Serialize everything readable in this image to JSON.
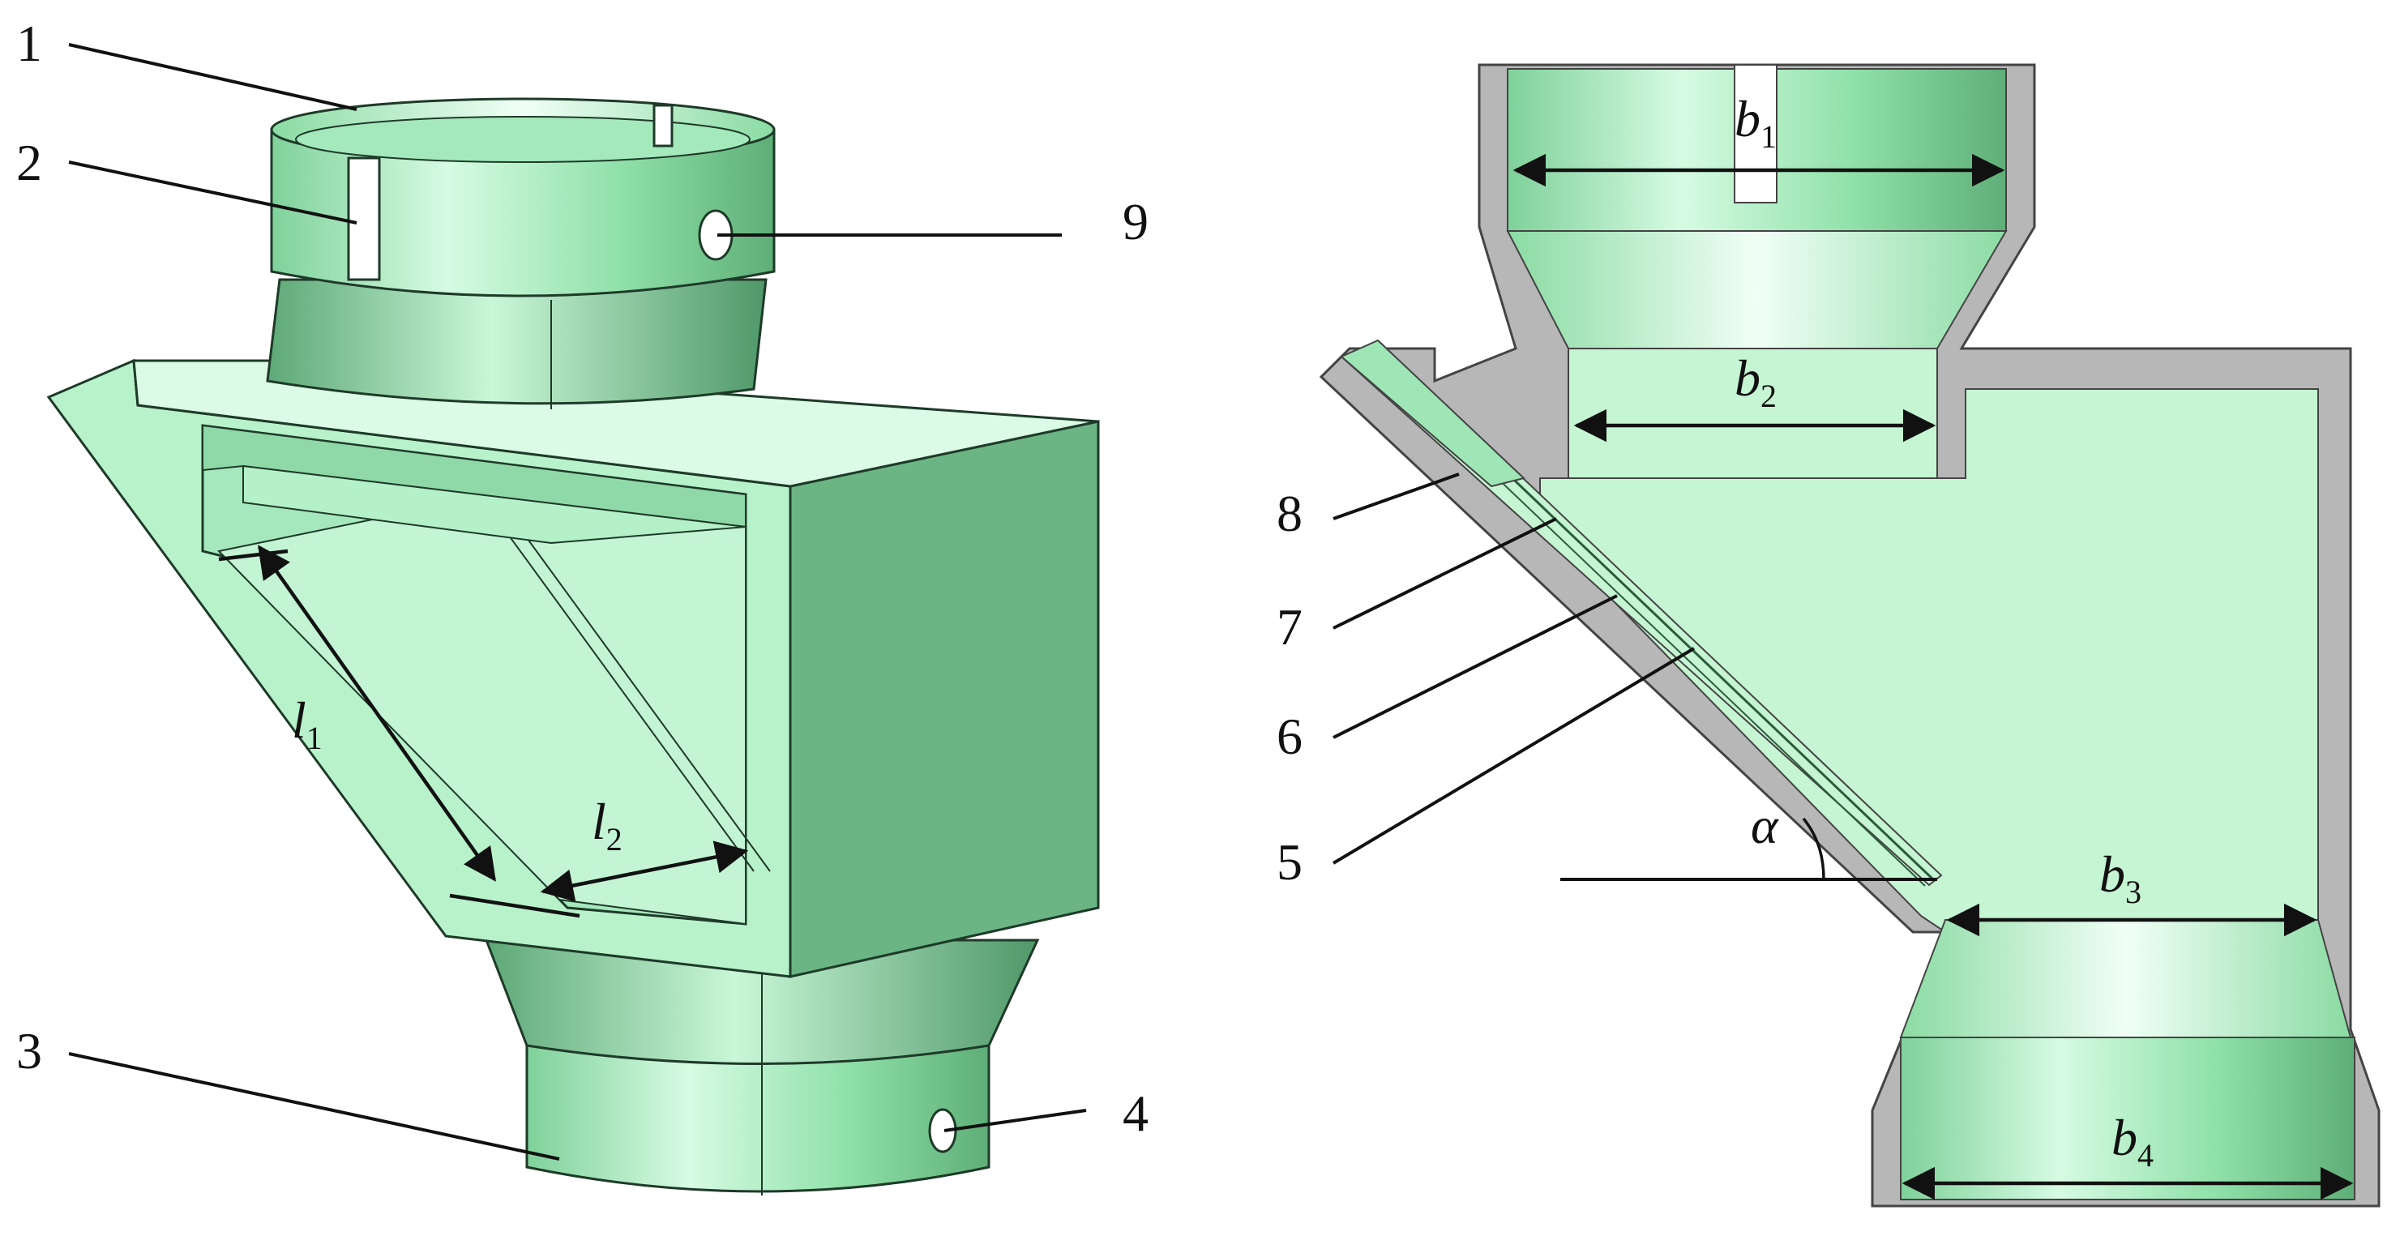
{
  "callouts": {
    "c1": "1",
    "c2": "2",
    "c3": "3",
    "c4": "4",
    "c5": "5",
    "c6": "6",
    "c7": "7",
    "c8": "8",
    "c9": "9"
  },
  "dimensions": {
    "l1": {
      "main": "l",
      "sub": "1"
    },
    "l2": {
      "main": "l",
      "sub": "2"
    },
    "b1": {
      "main": "b",
      "sub": "1"
    },
    "b2": {
      "main": "b",
      "sub": "2"
    },
    "b3": {
      "main": "b",
      "sub": "3"
    },
    "b4": {
      "main": "b",
      "sub": "4"
    },
    "alpha": "α"
  },
  "colors": {
    "part_fill": "#9ee8b4",
    "part_light": "#d6fbe3",
    "part_dark": "#64b57e",
    "section_wall": "#b7b7b7",
    "interior": "#c6f5d3"
  }
}
